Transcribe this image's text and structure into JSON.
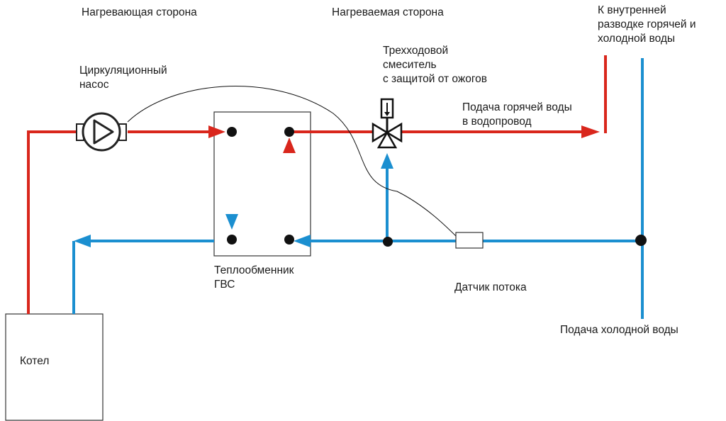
{
  "labels": {
    "heating_side": "Нагревающая сторона",
    "heated_side": "Нагреваемая сторона",
    "internal_line1": "К внутренней",
    "internal_line2": "разводке горячей и",
    "internal_line3": "холодной воды",
    "pump_line1": "Циркуляционный",
    "pump_line2": "насос",
    "mixer_line1": "Трехходовой",
    "mixer_line2": "смеситель",
    "mixer_line3": "с защитой от ожогов",
    "hot_supply_line1": "Подача горячей воды",
    "hot_supply_line2": "в водопровод",
    "exchanger_line1": "Теплообменник",
    "exchanger_line2": "ГВС",
    "flow_sensor": "Датчик потока",
    "cold_supply": "Подача холодной воды",
    "boiler": "Котел"
  },
  "colors": {
    "hot": "#d9261c",
    "cold": "#1b8fd0",
    "outline": "#333333",
    "node": "#111111",
    "mix_pink": "#d98ab8",
    "mix_purple": "#8a5ca0"
  }
}
